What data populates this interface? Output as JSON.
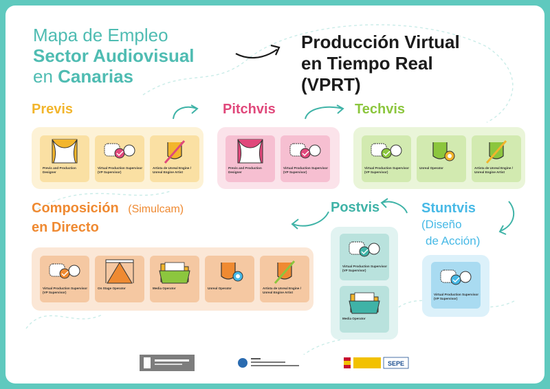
{
  "title": {
    "line1": "Mapa de Empleo",
    "line2": "Sector Audiovisual",
    "line3_prefix": "en",
    "line3_bold": "Canarias"
  },
  "headline": {
    "line1": "Producción Virtual",
    "line2": "en Tiempo Real",
    "line3": "(VPRT)"
  },
  "stages": {
    "previs": {
      "title": "Previs",
      "color": "#f2b52c",
      "roles": [
        {
          "icon": "curtains-icon",
          "label": "Previs and Production Designer"
        },
        {
          "icon": "vp-supervisor-icon",
          "label": "Virtual Production Supervisor (VP Supervisor)"
        },
        {
          "icon": "unreal-artist-icon",
          "label": "Artista de Unreal Engine / Unreal Engine Artist"
        }
      ]
    },
    "pitchvis": {
      "title": "Pitchvis",
      "color": "#e0487b",
      "roles": [
        {
          "icon": "curtains-icon",
          "label": "Previs and Production Designer"
        },
        {
          "icon": "vp-supervisor-icon",
          "label": "Virtual Production Supervisor (VP Supervisor)"
        }
      ]
    },
    "techvis": {
      "title": "Techvis",
      "color": "#8cc63e",
      "roles": [
        {
          "icon": "vp-supervisor-icon",
          "label": "Virtual Production Supervisor (VP Supervisor)"
        },
        {
          "icon": "unreal-operator-icon",
          "label": "Unreal Operator"
        },
        {
          "icon": "unreal-artist-icon",
          "label": "Artista de Unreal Engine / Unreal Engine Artist"
        }
      ]
    },
    "composicion": {
      "title_line1": "Composición",
      "title_sub": "(Simulcam)",
      "title_line2": "en Directo",
      "color": "#ef8a32",
      "roles": [
        {
          "icon": "vp-supervisor-icon",
          "label": "Virtual Production Supervisor (VP Supervisor)"
        },
        {
          "icon": "stage-icon",
          "label": "On Stage Operator"
        },
        {
          "icon": "media-folder-icon",
          "label": "Media Operator"
        },
        {
          "icon": "unreal-operator-icon",
          "label": "Unreal Operator"
        },
        {
          "icon": "unreal-artist-icon",
          "label": "Artista de Unreal Engine / Unreal Engine Artist"
        }
      ]
    },
    "postvis": {
      "title": "Postvis",
      "color": "#3fb3a7",
      "roles": [
        {
          "icon": "vp-supervisor-icon",
          "label": "Virtual Production Supervisor (VP Supervisor)"
        },
        {
          "icon": "media-folder-icon",
          "label": "Media Operator"
        }
      ]
    },
    "stuntvis": {
      "title": "Stuntvis",
      "sub_line1": "(Diseño",
      "sub_line2": "de Acción)",
      "color": "#47b9e6",
      "roles": [
        {
          "icon": "vp-supervisor-icon",
          "label": "Virtual Production Supervisor (VP Supervisor)"
        }
      ]
    }
  },
  "footer_logos": [
    "gobierno-canarias-logo",
    "servicio-canario-empleo-logo",
    "sepe-logo"
  ],
  "footer_text": {
    "sepe": "SEPE"
  }
}
